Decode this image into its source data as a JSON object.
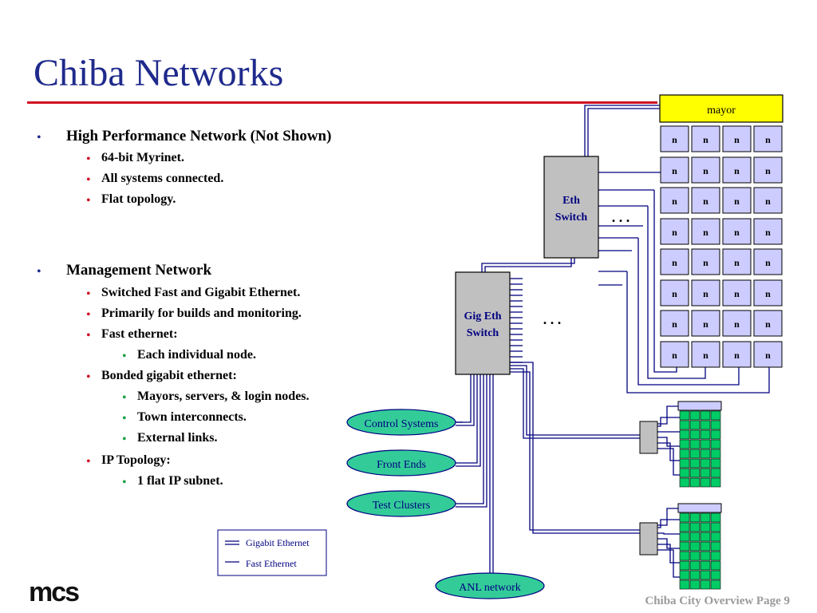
{
  "title": "Chiba Networks",
  "bullets": {
    "hpn": "High Performance Network (Not Shown)",
    "hpn_1": "64-bit Myrinet.",
    "hpn_2": "All systems connected.",
    "hpn_3": "Flat topology.",
    "mgmt": "Management Network",
    "mgmt_1": "Switched Fast and Gigabit Ethernet.",
    "mgmt_2": "Primarily for builds and monitoring.",
    "mgmt_3": "Fast ethernet:",
    "mgmt_3a": "Each individual node.",
    "mgmt_4": "Bonded gigabit ethernet:",
    "mgmt_4a": "Mayors, servers, & login nodes.",
    "mgmt_4b": "Town interconnects.",
    "mgmt_4c": "External links.",
    "mgmt_5": "IP Topology:",
    "mgmt_5a": "1 flat IP subnet."
  },
  "diagram": {
    "mayor": "mayor",
    "node": "n",
    "eth_switch": [
      "Eth",
      "Switch"
    ],
    "gig_switch": [
      "Gig Eth",
      "Switch"
    ],
    "ellipsis": ". . .",
    "control_systems": "Control Systems",
    "front_ends": "Front Ends",
    "test_clusters": "Test Clusters",
    "anl_network": "ANL network",
    "legend_gigabit": "Gigabit Ethernet",
    "legend_fast": "Fast Ethernet",
    "colors": {
      "mayor_fill": "#ffff00",
      "node_fill": "#ccccff",
      "switch_fill": "#c0c0c0",
      "oval_fill": "#33cc99",
      "green_node": "#00cc66"
    }
  },
  "logo": "mcs",
  "footer": "Chiba City Overview Page 9"
}
